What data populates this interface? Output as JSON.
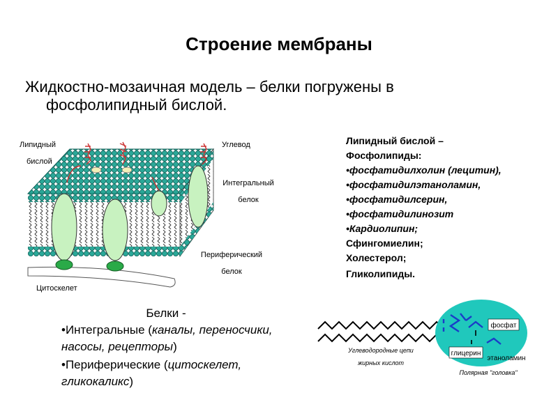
{
  "title": "Строение мембраны",
  "intro": {
    "line1": "Жидкостно-мозаичная модель – белки погружены в",
    "line2": "фосфолипидный бислой."
  },
  "membrane_labels": {
    "lipid_bilayer_line1": "Липидный",
    "lipid_bilayer_line2": "бислой",
    "carbohydrate": "Углевод",
    "integral_line1": "Интегральный",
    "integral_line2": "белок",
    "peripheral_line1": "Периферический",
    "peripheral_line2": "белок",
    "cytoskeleton": "Цитоскелет"
  },
  "lipid_list": {
    "heading_line1": "Липидный бислой –",
    "heading_line2": "Фосфолипиды:",
    "items": [
      "•фосфатидилхолин (лецитин),",
      "•фосфатидилэтаноламин,",
      "•фосфатидилсерин,",
      "•фосфатидилинозит",
      "•Кардиолипин;"
    ],
    "others": [
      "Сфингомиелин;",
      "Холестерол;",
      "Гликолипиды."
    ]
  },
  "proteins": {
    "heading": "Белки -",
    "integral_label": "•Интегральные (",
    "integral_examples": "каналы, переносчики, насосы, рецепторы",
    "integral_close": ")",
    "peripheral_label": "•Периферические (",
    "peripheral_examples": "цитоскелет, гликокаликс",
    "peripheral_close": ")"
  },
  "phospholipid": {
    "chains_line1": "Углеводородные цепи",
    "chains_line2": "жирных кислот",
    "phosphate": "фосфат",
    "glycerol": "глицерин",
    "ethanolamine": "этаноламин",
    "polar_head": "Полярная \"головка\""
  },
  "colors": {
    "lipid_head": "#2aa898",
    "protein_fill": "#c8f2c0",
    "peripheral_fill": "#2aaa48",
    "polar_head_fill": "#20c8bc",
    "label_link": "#0000cc"
  }
}
